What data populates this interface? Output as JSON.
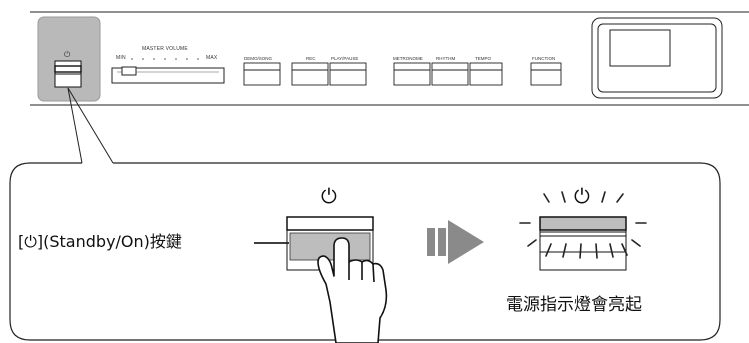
{
  "panel": {
    "power_symbol": "⏻",
    "master_volume_label": "MASTER VOLUME",
    "min_label": "MIN",
    "max_label": "MAX",
    "buttons": {
      "demo_song": "DEMO/SONG",
      "rec": "REC",
      "play_pause": "PLAY/PAUSE",
      "metronome": "METRONOME",
      "rhythm": "RHYTHM",
      "tempo": "TEMPO",
      "function": "FUNCTION"
    }
  },
  "callout": {
    "power_symbol": "⏻",
    "button_label": "[⏻](Standby/On)按鍵",
    "indicator_label": "電源指示燈會亮起"
  },
  "colors": {
    "highlight_bg": "#b7b7b7",
    "button_face": "#bdbdbd",
    "arrow": "#8a8a8a"
  }
}
